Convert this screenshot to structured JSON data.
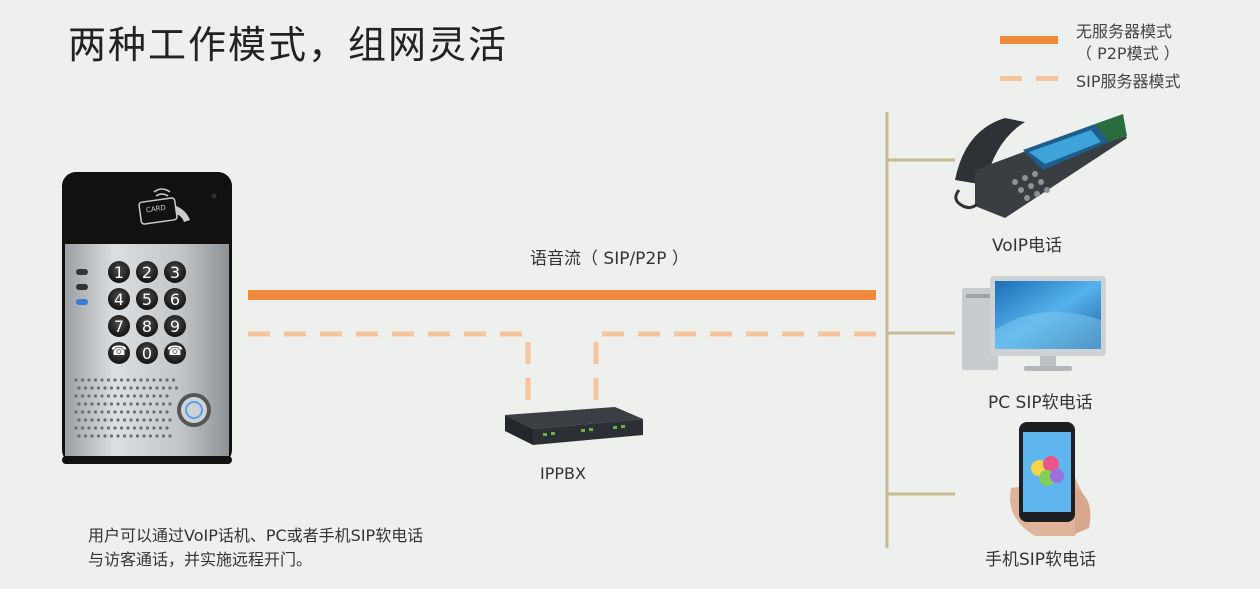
{
  "title": "两种工作模式，组网灵活",
  "legend": {
    "solid_label_line1": "无服务器模式",
    "solid_label_line2": "（ P2P模式 ）",
    "dashed_label": "SIP服务器模式"
  },
  "diagram": {
    "stream_label": "语音流（ SIP/P2P ）",
    "ippbx_label": "IPPBX",
    "devices": [
      {
        "label": "VoIP电话",
        "icon": "desk-phone-icon"
      },
      {
        "label": "PC SIP软电话",
        "icon": "pc-monitor-icon"
      },
      {
        "label": "手机SIP软电话",
        "icon": "smartphone-icon"
      }
    ],
    "intercom": {
      "card_text": "CARD",
      "keys": [
        "1",
        "2",
        "3",
        "4",
        "5",
        "6",
        "7",
        "8",
        "9",
        "☎",
        "0",
        "☎"
      ]
    }
  },
  "description": {
    "line1": "用户可以通过VoIP话机、PC或者手机SIP软电话",
    "line2": "与访客通话，并实施远程开门。"
  },
  "colors": {
    "solid_line": "#f08a3c",
    "dashed_line": "#f5c49c",
    "bus_line": "#c7bb95"
  }
}
